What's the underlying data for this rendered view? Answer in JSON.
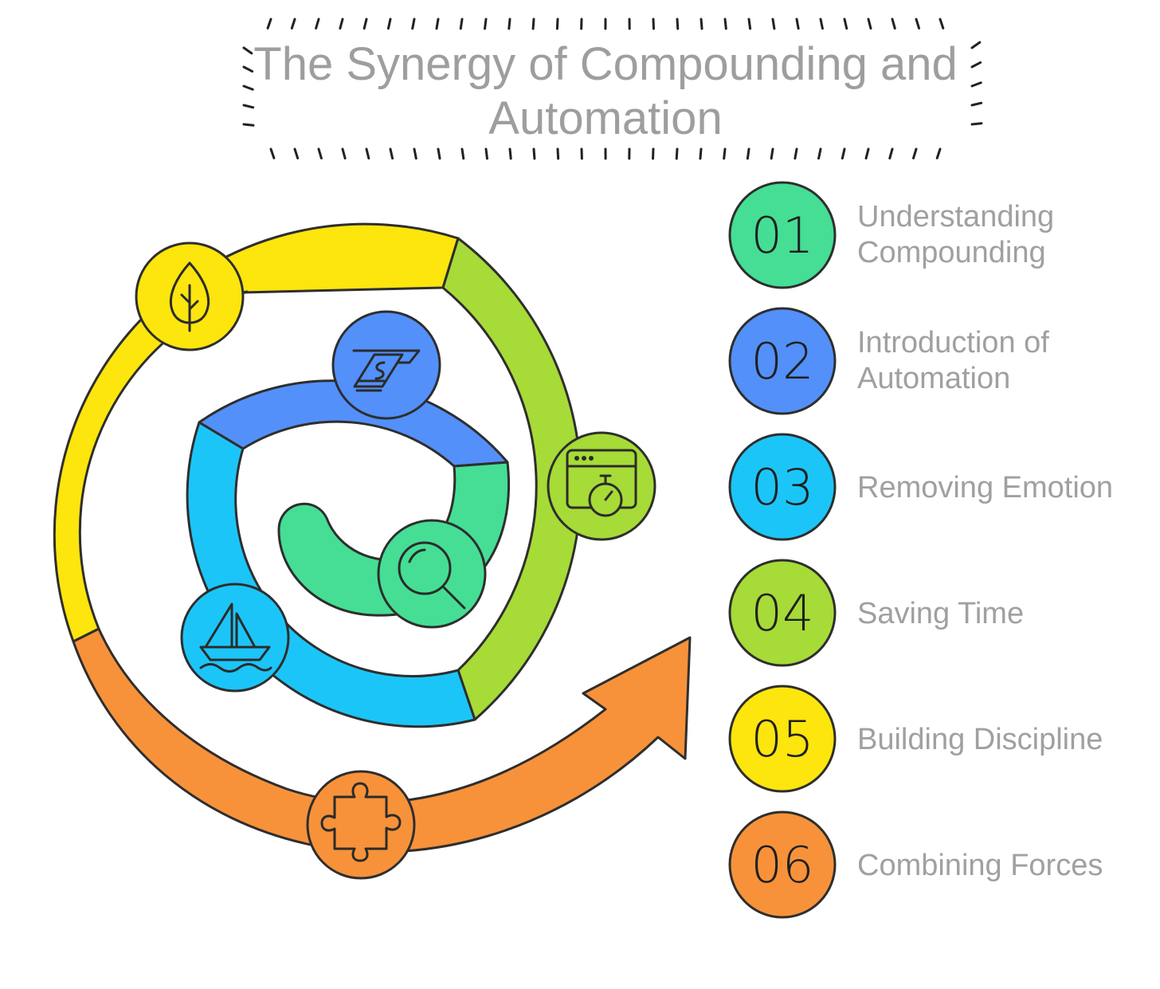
{
  "title": {
    "line1": "The Synergy of Compounding and",
    "line2": "Automation"
  },
  "steps": [
    {
      "number": "01",
      "line1": "Understanding",
      "line2": "Compounding",
      "color": "#45de94",
      "icon": "tree-icon"
    },
    {
      "number": "02",
      "line1": "Introduction of",
      "line2": "Automation",
      "color": "#5390f9",
      "icon": "money-transfer-icon"
    },
    {
      "number": "03",
      "line1": "Removing Emotion",
      "line2": "",
      "color": "#1cc5f8",
      "icon": "sailboat-icon"
    },
    {
      "number": "04",
      "line1": "Saving Time",
      "line2": "",
      "color": "#a7db37",
      "icon": "browser-stopwatch-icon"
    },
    {
      "number": "05",
      "line1": "Building Discipline",
      "line2": "",
      "color": "#fde50e",
      "icon": "puzzle-icon"
    },
    {
      "number": "06",
      "line1": "Combining Forces",
      "line2": "",
      "color": "#f7923a",
      "icon": "magnifier-icon"
    }
  ],
  "palette": {
    "green": "#45de94",
    "blue": "#5390f9",
    "cyan": "#1cc5f8",
    "lime": "#a7db37",
    "yellow": "#fde50e",
    "orange": "#f7923a",
    "outline": "#2e2e2e",
    "text_gray": "#a0a0a0"
  }
}
